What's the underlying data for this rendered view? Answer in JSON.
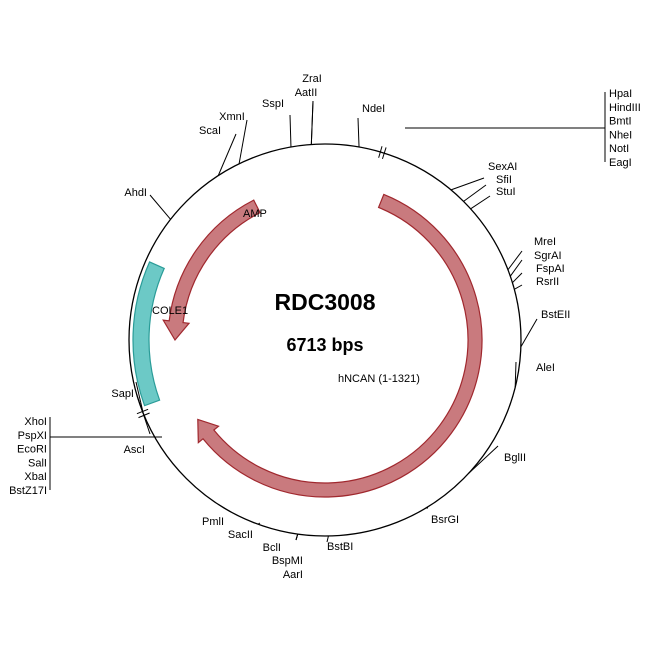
{
  "plasmid": {
    "name": "RDC3008",
    "size_label": "6713 bps",
    "size_bp": 6713
  },
  "colors": {
    "backbone": "#000000",
    "gene_fill": "#c97a7e",
    "gene_stroke": "#a0282e",
    "origin_fill": "#6cc9c6",
    "origin_stroke": "#2a9c98"
  },
  "features": [
    {
      "name": "hNCAN (1-1321)",
      "kind": "gene",
      "start_deg": 22,
      "end_deg": 238
    },
    {
      "name": "AMP",
      "kind": "gene",
      "start_deg": 333,
      "end_deg": 270
    },
    {
      "name": "COLE1",
      "kind": "origin",
      "start_deg": 250,
      "end_deg": 294
    }
  ],
  "sites": [
    {
      "name": "ZraI"
    },
    {
      "name": "AatII"
    },
    {
      "name": "SspI"
    },
    {
      "name": "XmnI"
    },
    {
      "name": "ScaI"
    },
    {
      "name": "NdeI"
    },
    {
      "name": "AhdI"
    },
    {
      "name": "SexAI"
    },
    {
      "name": "SfiI"
    },
    {
      "name": "StuI"
    },
    {
      "name": "MreI"
    },
    {
      "name": "SgrAI"
    },
    {
      "name": "FspAI"
    },
    {
      "name": "RsrII"
    },
    {
      "name": "BstEII"
    },
    {
      "name": "AleI"
    },
    {
      "name": "BglII"
    },
    {
      "name": "BsrGI"
    },
    {
      "name": "BstBI"
    },
    {
      "name": "BclI"
    },
    {
      "name": "BspMI"
    },
    {
      "name": "AarI"
    },
    {
      "name": "SacII"
    },
    {
      "name": "PmlI"
    },
    {
      "name": "SapI"
    },
    {
      "name": "AscI"
    }
  ],
  "site_groups": [
    {
      "names": [
        "HpaI",
        "HindIII",
        "BmtI",
        "NheI",
        "NotI",
        "EagI"
      ]
    },
    {
      "names": [
        "XhoI",
        "PspXI",
        "EcoRI",
        "SalI",
        "XbaI",
        "BstZ17I"
      ]
    }
  ]
}
